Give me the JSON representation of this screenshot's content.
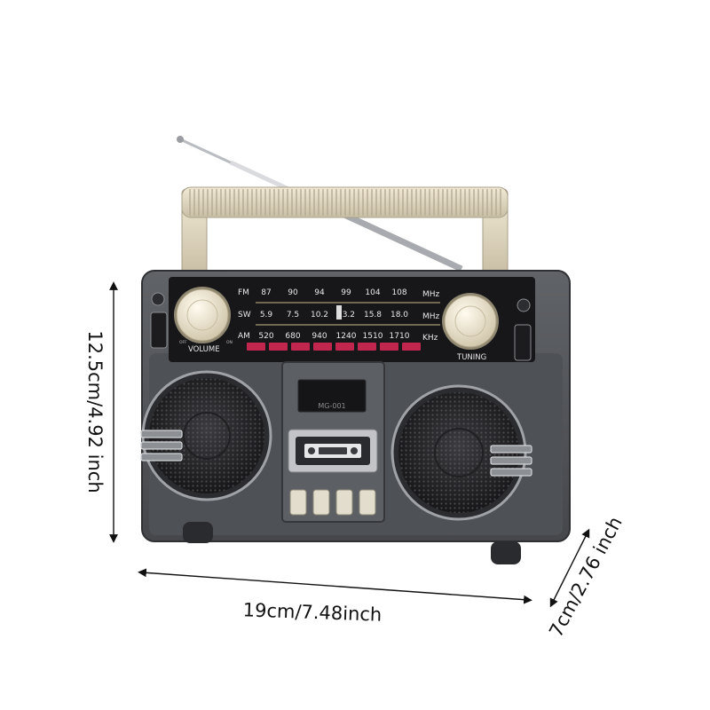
{
  "dimensions": {
    "height": "12.5cm/4.92 inch",
    "width": "19cm/7.48inch",
    "depth": "7cm/2.76 inch"
  },
  "radio": {
    "model": "MG-001",
    "volume_label": "VOLUME",
    "tuning_label": "TUNING",
    "off_label": "OFF",
    "on_label": "ON",
    "bands": [
      {
        "band": "FM",
        "unit": "MHz",
        "freqs": [
          "87",
          "90",
          "94",
          "99",
          "104",
          "108"
        ]
      },
      {
        "band": "SW",
        "unit": "MHz",
        "freqs": [
          "5.9",
          "7.5",
          "10.2",
          "13.2",
          "15.8",
          "18.0"
        ]
      },
      {
        "band": "AM",
        "unit": "KHz",
        "freqs": [
          "520",
          "680",
          "940",
          "1240",
          "1510",
          "1710"
        ]
      }
    ]
  },
  "colors": {
    "body": "#55585c",
    "panel": "#17171a",
    "handle": "#e6ddc6",
    "knob": "#efe7d0",
    "accent_red": "#c0264e"
  }
}
